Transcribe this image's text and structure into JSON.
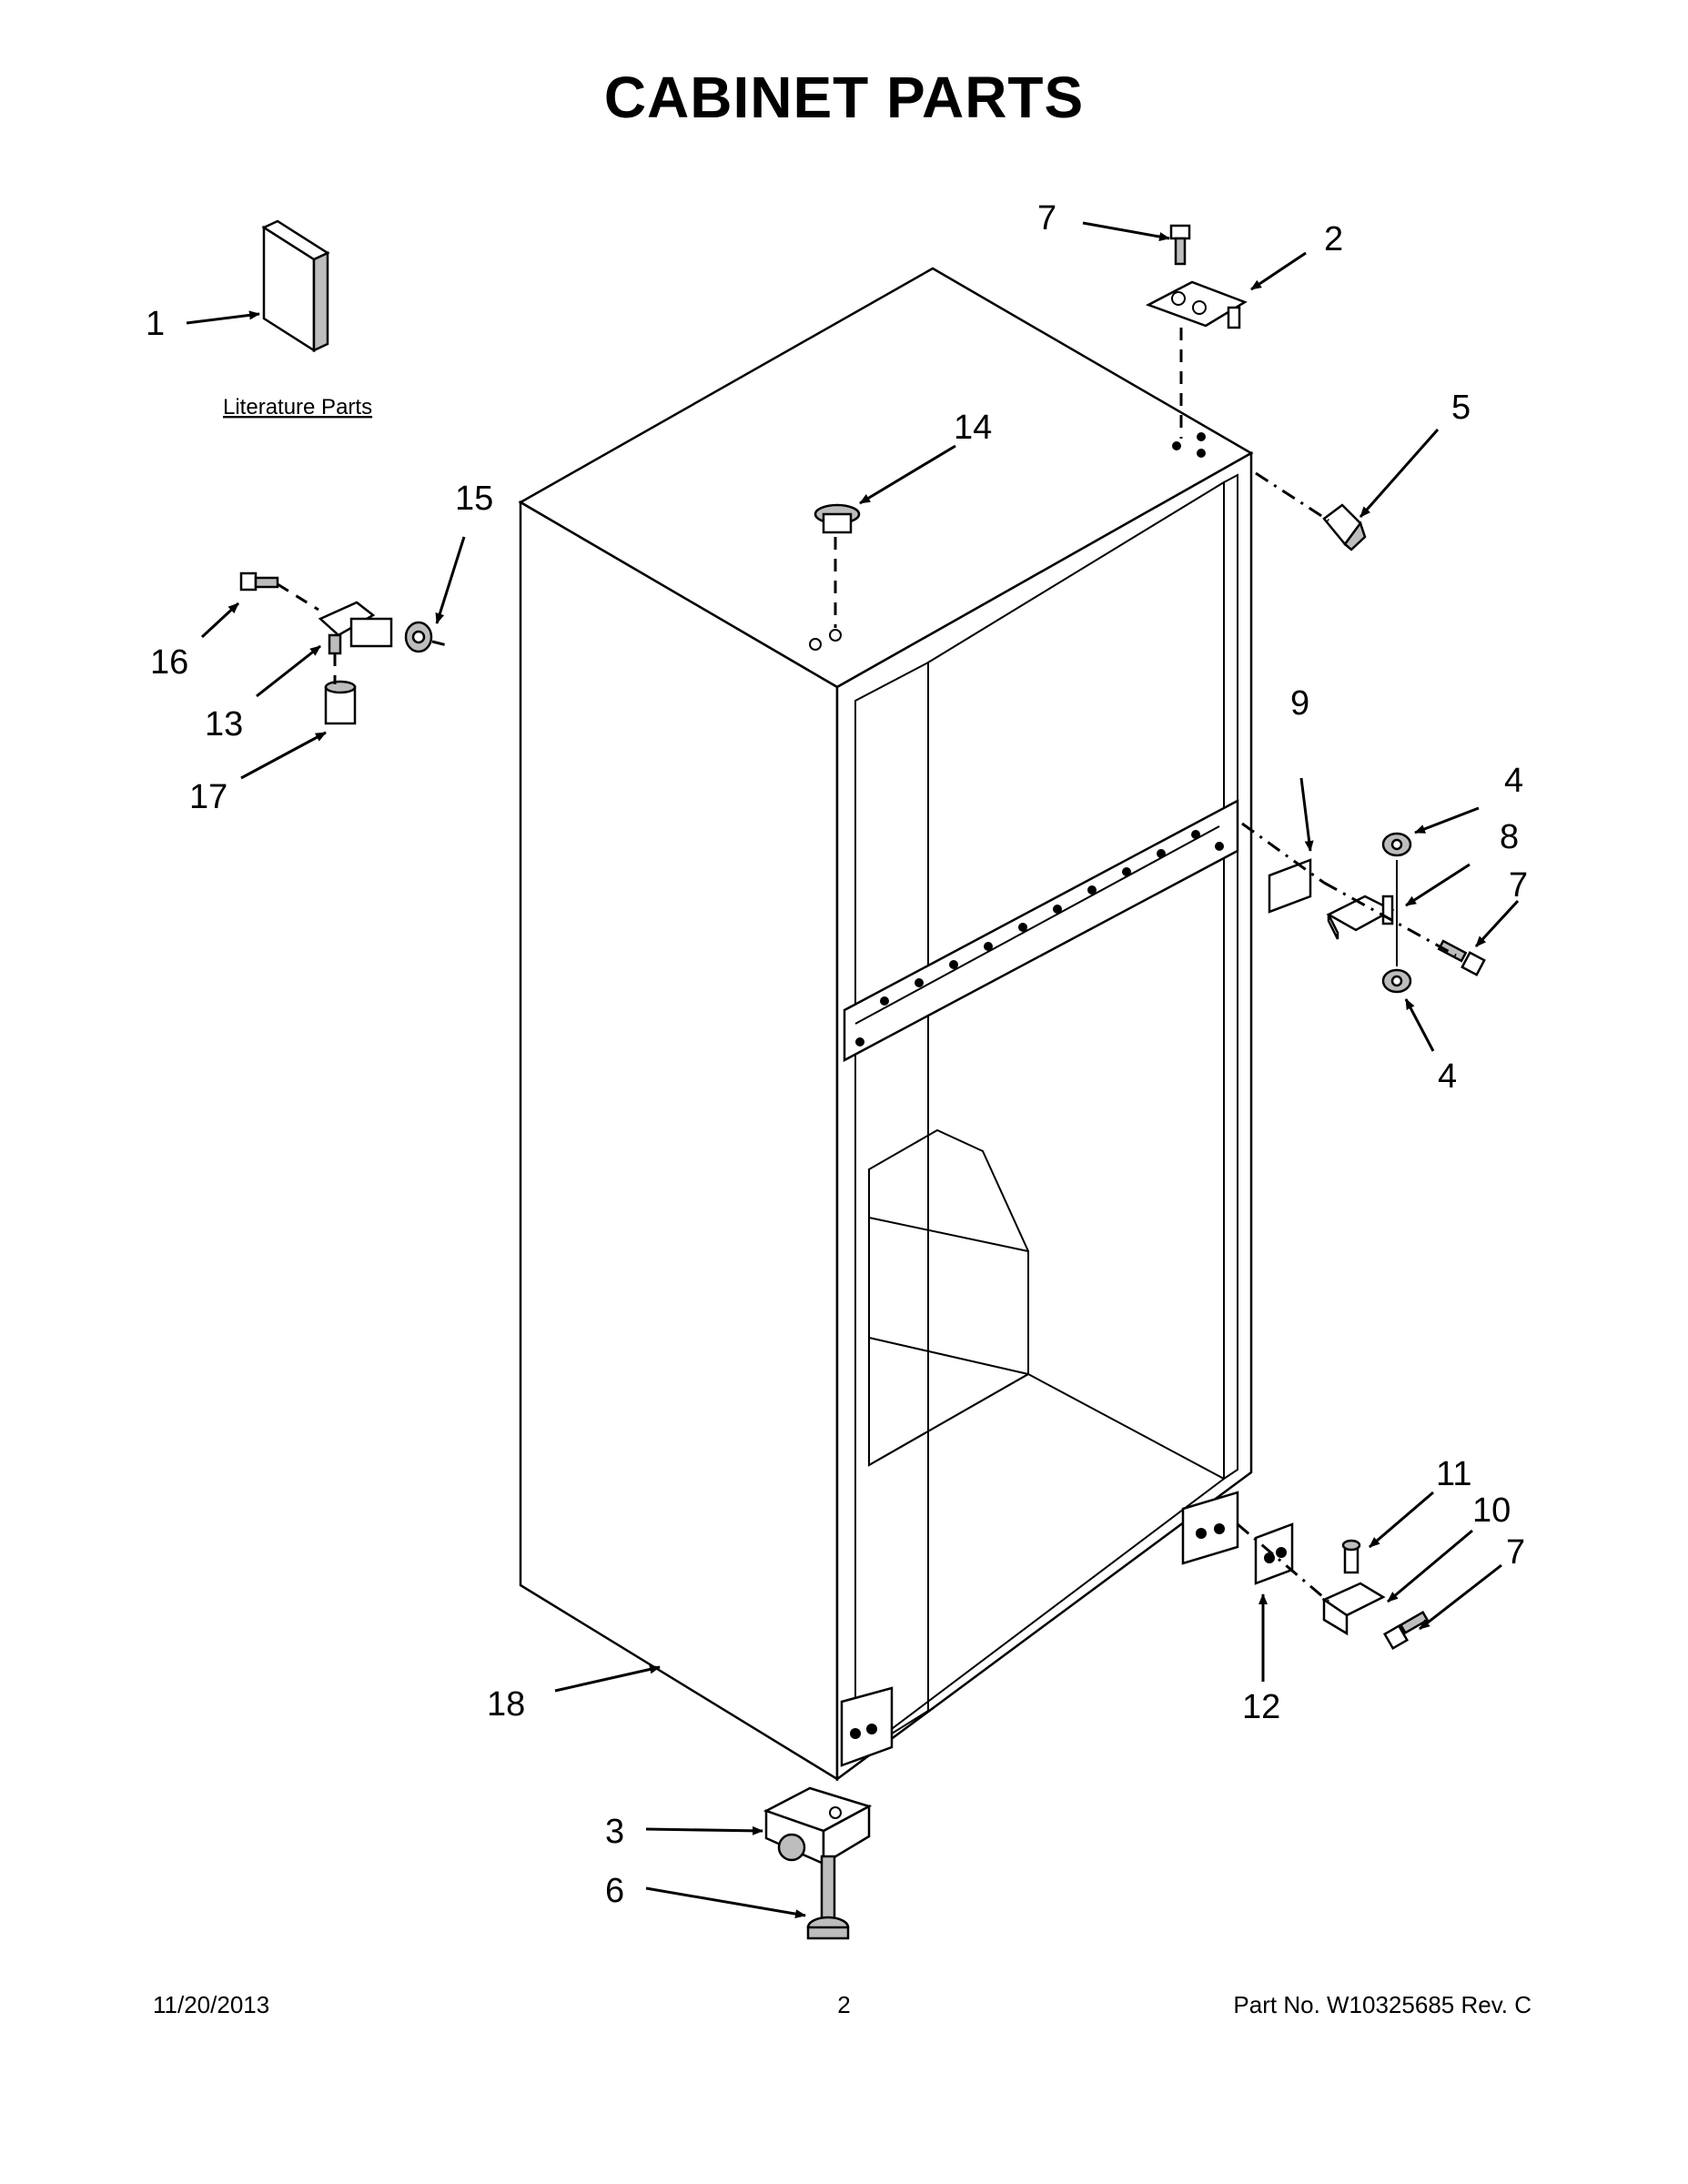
{
  "title": "CABINET PARTS",
  "literature_label": "Literature Parts",
  "callouts": {
    "c1": "1",
    "c2": "2",
    "c3": "3",
    "c4a": "4",
    "c4b": "4",
    "c5": "5",
    "c6": "6",
    "c7a": "7",
    "c7b": "7",
    "c7c": "7",
    "c8": "8",
    "c9": "9",
    "c10": "10",
    "c11": "11",
    "c12": "12",
    "c13": "13",
    "c14": "14",
    "c15": "15",
    "c16": "16",
    "c17": "17",
    "c18": "18"
  },
  "footer": {
    "date": "11/20/2013",
    "page": "2",
    "part_no": "Part No.  W10325685  Rev.  C"
  }
}
